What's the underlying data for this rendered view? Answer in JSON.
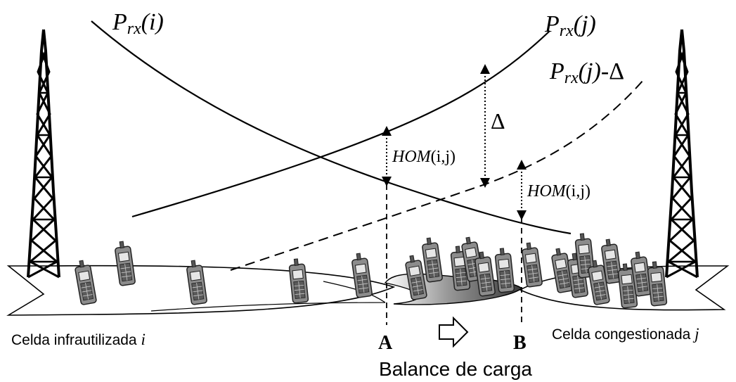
{
  "diagram": {
    "curves": {
      "prx_i": {
        "P": "P",
        "sub": "rx",
        "arg": "(i)"
      },
      "prx_j": {
        "P": "P",
        "sub": "rx",
        "arg": "(j)"
      },
      "prx_j_delta": {
        "P": "P",
        "sub": "rx",
        "arg": "(j)",
        "suffix": "-Δ"
      }
    },
    "gaps": {
      "delta": "Δ",
      "hom_a": {
        "name": "HOM",
        "args": "(i,j)"
      },
      "hom_b": {
        "name": "HOM",
        "args": "(i,j)"
      }
    },
    "points": {
      "a": "A",
      "b": "B"
    },
    "cells": {
      "left": {
        "text": "Celda infrautilizada ",
        "var": "i"
      },
      "right": {
        "text": "Celda congestionada ",
        "var": "j"
      }
    },
    "caption": "Balance de carga",
    "icons": [
      "radio-tower-icon",
      "mobile-phone-icon",
      "right-arrow-icon"
    ]
  }
}
